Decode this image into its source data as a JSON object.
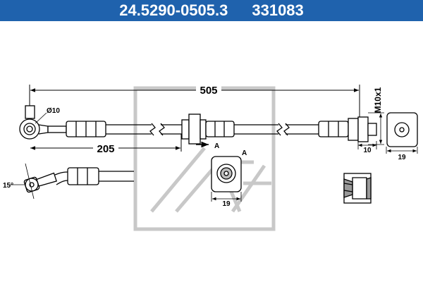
{
  "header": {
    "part_number": "24.5290-0505.3",
    "ref_number": "331083"
  },
  "dimensions": {
    "overall_length": "505",
    "partial_length": "205",
    "eye_diameter": "Ø10",
    "angle": "15°",
    "thread": "M10x1",
    "thread_length": "10",
    "across_flats_section": "19",
    "across_flats_end": "19"
  },
  "labels": {
    "section_marker_top": "A",
    "section_marker_bottom": "A"
  },
  "colors": {
    "header_bg": "#1f62ad",
    "header_text": "#ffffff",
    "line": "#000000",
    "watermark": "#c8c8c8"
  }
}
